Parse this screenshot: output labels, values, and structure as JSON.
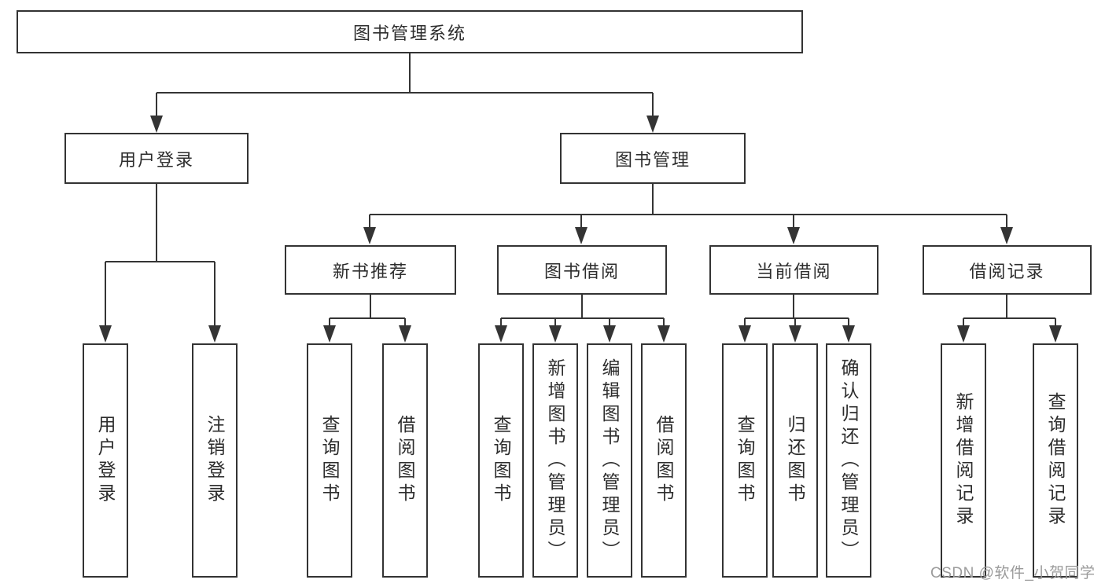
{
  "tree": {
    "root": {
      "label": "图书管理系统"
    },
    "user_login": {
      "label": "用户登录",
      "children": [
        {
          "label": "用户登录"
        },
        {
          "label": "注销登录"
        }
      ]
    },
    "book_mgmt": {
      "label": "图书管理",
      "groups": [
        {
          "label": "新书推荐",
          "children": [
            {
              "label": "查询图书"
            },
            {
              "label": "借阅图书"
            }
          ]
        },
        {
          "label": "图书借阅",
          "children": [
            {
              "label": "查询图书"
            },
            {
              "label": "新增图书（管理员）"
            },
            {
              "label": "编辑图书（管理员）"
            },
            {
              "label": "借阅图书"
            }
          ]
        },
        {
          "label": "当前借阅",
          "children": [
            {
              "label": "查询图书"
            },
            {
              "label": "归还图书"
            },
            {
              "label": "确认归还（管理员）"
            }
          ]
        },
        {
          "label": "借阅记录",
          "children": [
            {
              "label": "新增借阅记录"
            },
            {
              "label": "查询借阅记录"
            }
          ]
        }
      ]
    }
  },
  "watermark": {
    "text": "CSDN @软件_小贺同学"
  },
  "colors": {
    "line": "#343434",
    "box_border": "#333333",
    "text": "#2d2d2d",
    "watermark": "#9b9b9b",
    "background": "#ffffff"
  }
}
